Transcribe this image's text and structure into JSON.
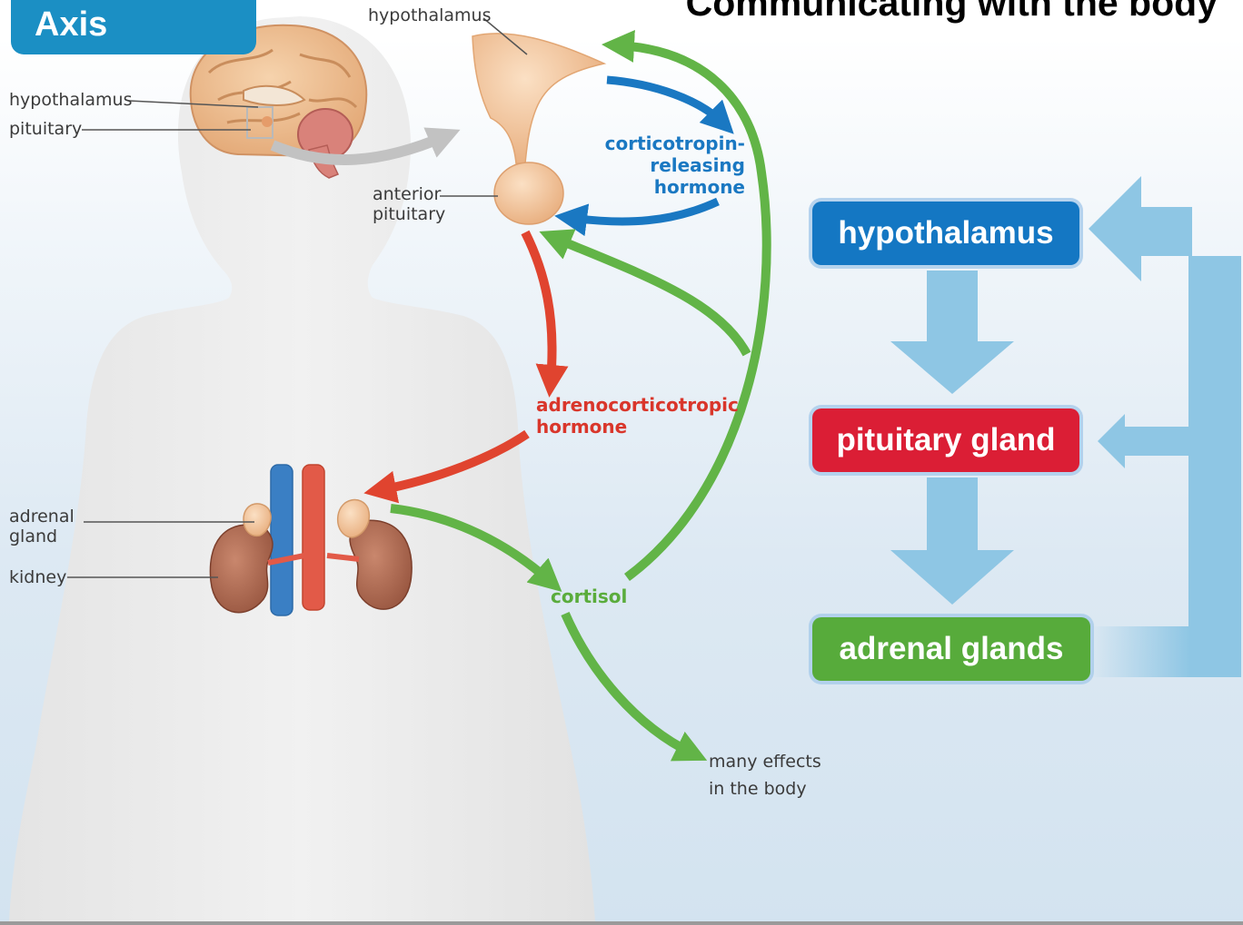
{
  "header": {
    "badge_text": "Axis",
    "title": "Communicating with the body"
  },
  "anatomy_labels": {
    "hypothalamus_body": "hypothalamus",
    "pituitary_body": "pituitary",
    "hypothalamus_top": "hypothalamus",
    "anterior_pituitary_line1": "anterior",
    "anterior_pituitary_line2": "pituitary",
    "adrenal_gland_line1": "adrenal",
    "adrenal_gland_line2": "gland",
    "kidney": "kidney"
  },
  "hormones": {
    "crh_line1": "corticotropin-",
    "crh_line2": "releasing",
    "crh_line3": "hormone",
    "acth_line1": "adrenocorticotropic",
    "acth_line2": "hormone",
    "cortisol": "cortisol",
    "effects_line1": "many effects",
    "effects_line2": "in the body"
  },
  "flowchart": {
    "hypothalamus": "hypothalamus",
    "pituitary": "pituitary gland",
    "adrenal": "adrenal glands"
  },
  "colors": {
    "blue_hormone": "#1a78c2",
    "red_hormone": "#d9362b",
    "green_hormone": "#5aac3c",
    "hypothalamus_box": "#1477c3",
    "pituitary_box": "#db1e35",
    "adrenal_box": "#57ab3b",
    "feedback_arrow": "#8ec6e4"
  },
  "icons": [
    "brain-icon",
    "pituitary-gland-icon",
    "kidney-icon",
    "adrenal-gland-icon"
  ]
}
